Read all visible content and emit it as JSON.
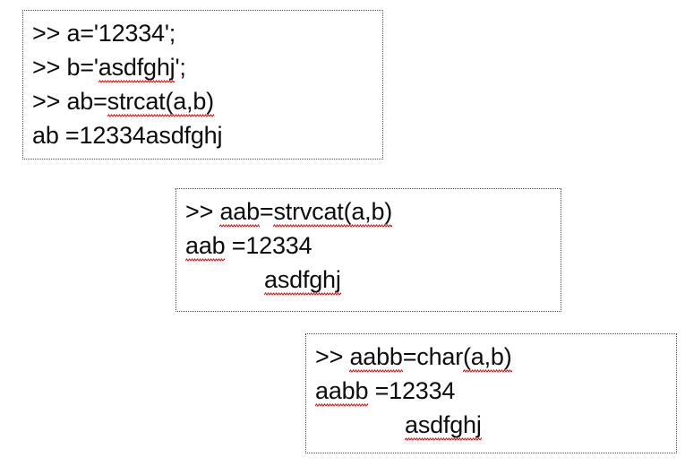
{
  "page": {
    "background_color": "#ffffff",
    "text_color": "#0d0d0d",
    "spellcheck_underline_color": "#ff0000",
    "border_color": "#4a4a4a"
  },
  "boxes": [
    {
      "name": "strcat-example",
      "border_style": "dotted",
      "lines": [
        {
          "prompt": ">> ",
          "segments": [
            {
              "text": "a='12334';",
              "misspelled": false
            }
          ]
        },
        {
          "prompt": ">> ",
          "segments": [
            {
              "text": "b='",
              "misspelled": false
            },
            {
              "text": "asdfghj",
              "misspelled": true
            },
            {
              "text": "';",
              "misspelled": false
            }
          ]
        },
        {
          "prompt": ">> ",
          "segments": [
            {
              "text": "ab=",
              "misspelled": false
            },
            {
              "text": "strcat(a,b)",
              "misspelled": true
            }
          ]
        },
        {
          "prompt": "",
          "segments": [
            {
              "text": "ab =12334asdfghj",
              "misspelled": false
            }
          ]
        }
      ]
    },
    {
      "name": "strvcat-example",
      "border_style": "dotted",
      "lines": [
        {
          "prompt": ">> ",
          "segments": [
            {
              "text": "aab",
              "misspelled": true
            },
            {
              "text": "=",
              "misspelled": false
            },
            {
              "text": "strvcat(a,b)",
              "misspelled": true
            }
          ]
        },
        {
          "prompt": "",
          "segments": [
            {
              "text": "aab",
              "misspelled": true
            },
            {
              "text": " =12334",
              "misspelled": false
            }
          ]
        },
        {
          "prompt": "",
          "indent": true,
          "segments": [
            {
              "text": "asdfghj",
              "misspelled": true
            }
          ]
        }
      ]
    },
    {
      "name": "char-example",
      "border_style": "dotted",
      "lines": [
        {
          "prompt": ">> ",
          "segments": [
            {
              "text": "aabb",
              "misspelled": true
            },
            {
              "text": "=char",
              "misspelled": false
            },
            {
              "text": "(a,b)",
              "misspelled": true
            }
          ]
        },
        {
          "prompt": "",
          "segments": [
            {
              "text": "aabb",
              "misspelled": true
            },
            {
              "text": " =12334",
              "misspelled": false
            }
          ]
        },
        {
          "prompt": "",
          "indent_wide": true,
          "segments": [
            {
              "text": "asdfghj",
              "misspelled": true
            }
          ]
        }
      ]
    }
  ]
}
